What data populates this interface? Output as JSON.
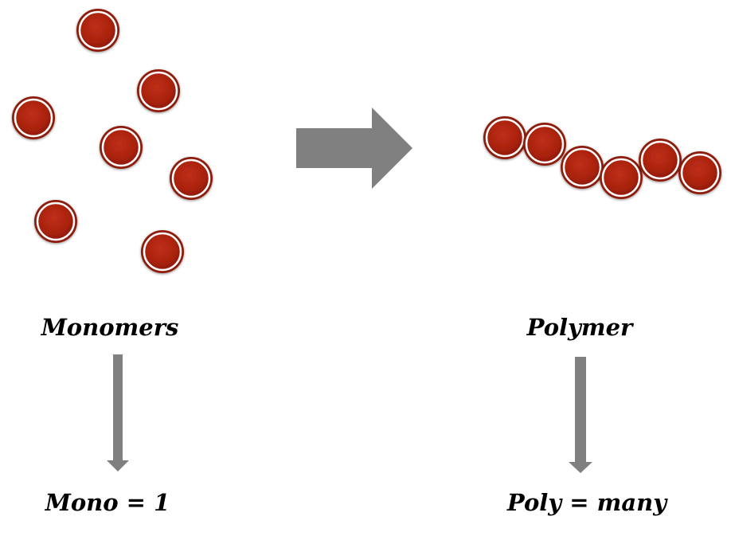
{
  "labels": {
    "monomers": "Monomers",
    "polymer": "Polymer",
    "mono_def": "Mono = 1",
    "poly_def": "Poly = many"
  },
  "colors": {
    "bead_fill": "#b0250f",
    "bead_dark": "#8e1a08",
    "bead_ring": "#ffffff",
    "arrow": "#808080",
    "text": "#000000"
  }
}
